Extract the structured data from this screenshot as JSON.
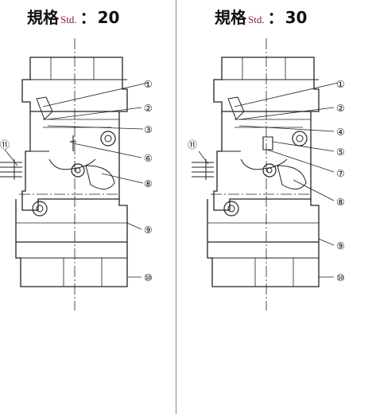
{
  "panels": [
    {
      "title_kanji": "規格",
      "title_std": "Std.",
      "title_colon": "：",
      "title_value": "20",
      "labels": [
        "①",
        "②",
        "③",
        "⑥",
        "⑧",
        "⑨",
        "⑩",
        "⑪"
      ]
    },
    {
      "title_kanji": "規格",
      "title_std": "Std.",
      "title_colon": "：",
      "title_value": "30",
      "labels": [
        "①",
        "②",
        "④",
        "⑤",
        "⑦",
        "⑧",
        "⑨",
        "⑩",
        "⑪"
      ]
    }
  ],
  "colors": {
    "line": "#222222",
    "accent": "#8b1a2b",
    "divider": "#888888"
  }
}
